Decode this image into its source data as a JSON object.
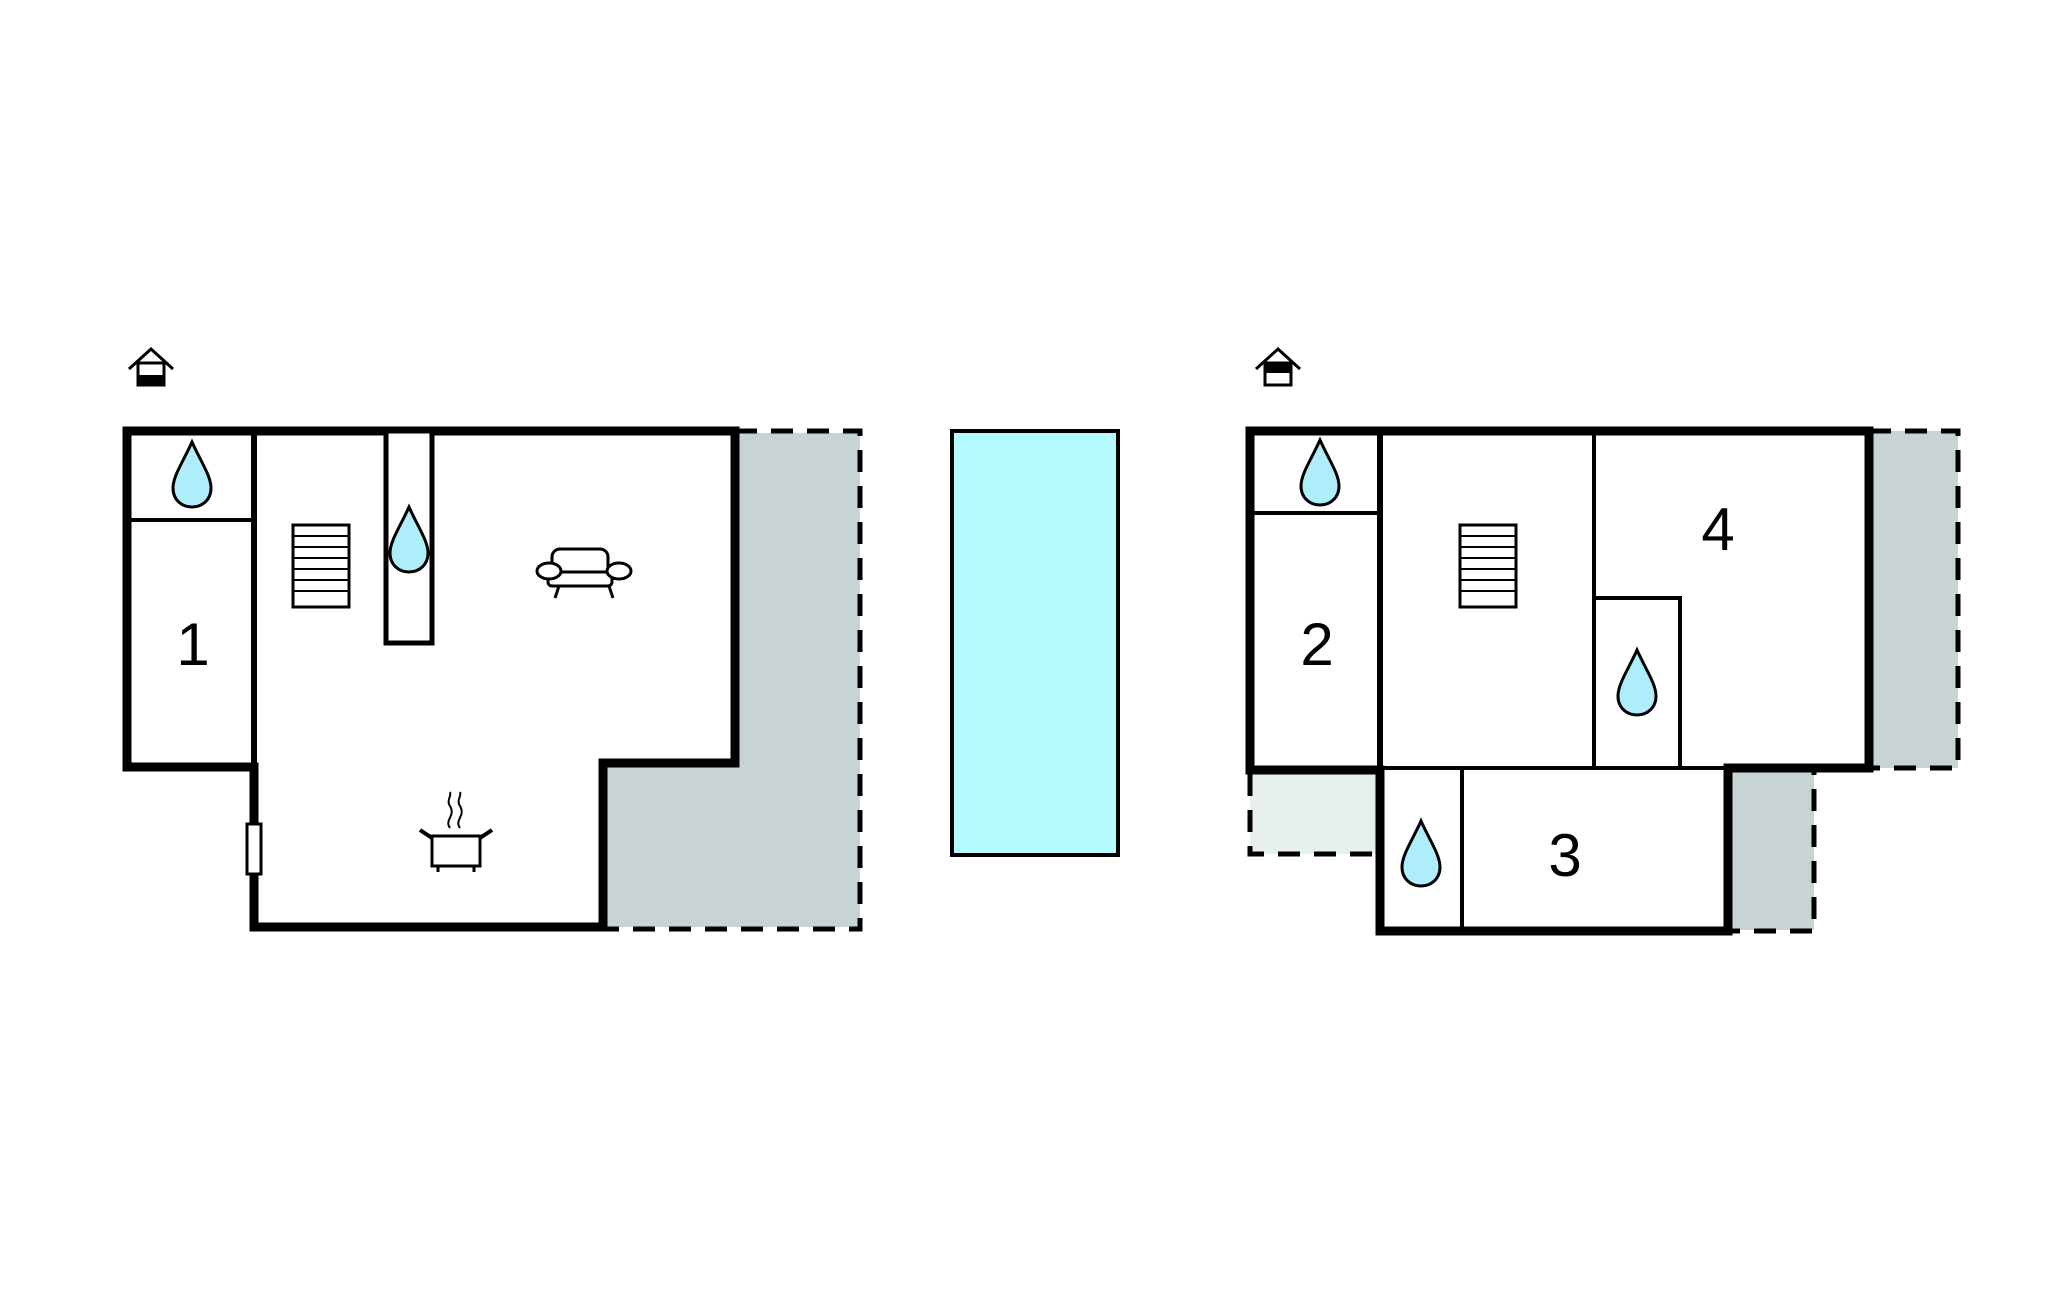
{
  "colors": {
    "background": "#ffffff",
    "wall": "#000000",
    "terrace": "#c8d3d3",
    "terrace_light": "#e7eeee",
    "pool": "#b3fbfd",
    "water_drop": "#aeeefa"
  },
  "ground_floor": {
    "floor_icon": "ground-floor-icon",
    "rooms": [
      {
        "number": "1",
        "type": "bedroom"
      }
    ],
    "icons": [
      "water-drop-icon",
      "water-drop-icon",
      "stairs-icon",
      "sofa-icon",
      "cooking-pot-icon",
      "door-icon"
    ]
  },
  "pool": {
    "icon": "pool"
  },
  "first_floor": {
    "floor_icon": "upper-floor-icon",
    "rooms": [
      {
        "number": "2",
        "type": "bedroom"
      },
      {
        "number": "3",
        "type": "bedroom"
      },
      {
        "number": "4",
        "type": "bedroom"
      }
    ],
    "icons": [
      "water-drop-icon",
      "water-drop-icon",
      "water-drop-icon",
      "stairs-icon"
    ]
  }
}
